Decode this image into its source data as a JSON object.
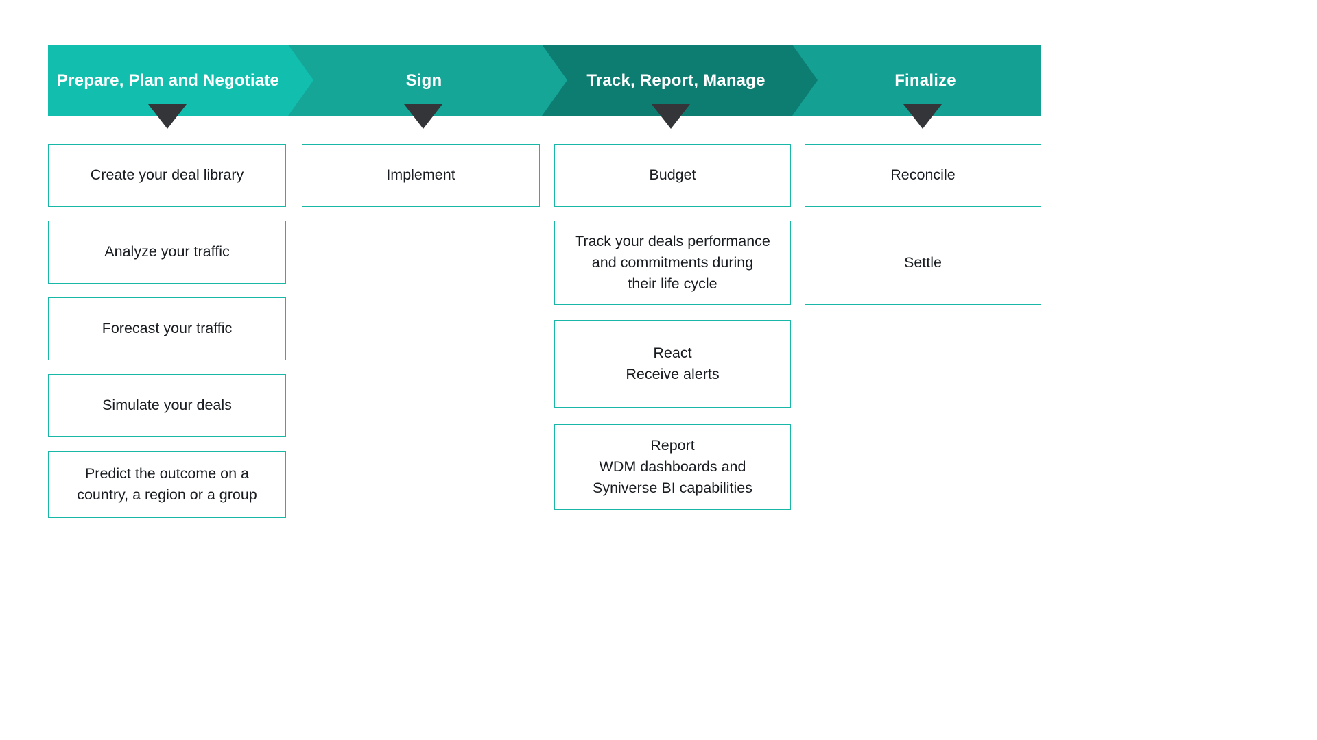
{
  "colors": {
    "stage_prepare": "#12bfae",
    "stage_sign": "#16a698",
    "stage_track": "#0d7d72",
    "stage_finalize": "#14a092",
    "pointer": "#333538",
    "box_border": "#18b7a7",
    "box_text": "#181c20",
    "stage_text": "#ffffff"
  },
  "stages": [
    {
      "label": "Prepare, Plan and Negotiate",
      "items": [
        [
          "Create your deal library"
        ],
        [
          "Analyze your traffic"
        ],
        [
          "Forecast your traffic"
        ],
        [
          "Simulate your deals"
        ],
        [
          "Predict the outcome on a",
          "country, a region or a group"
        ]
      ]
    },
    {
      "label": "Sign",
      "items": [
        [
          "Implement"
        ]
      ]
    },
    {
      "label": "Track, Report, Manage",
      "items": [
        [
          "Budget"
        ],
        [
          "Track your deals performance",
          "and commitments during",
          "their life cycle"
        ],
        [
          "React",
          "Receive alerts"
        ],
        [
          "Report",
          "WDM dashboards and",
          "Syniverse BI capabilities"
        ]
      ]
    },
    {
      "label": "Finalize",
      "items": [
        [
          "Reconcile"
        ],
        [
          "Settle"
        ]
      ]
    }
  ]
}
